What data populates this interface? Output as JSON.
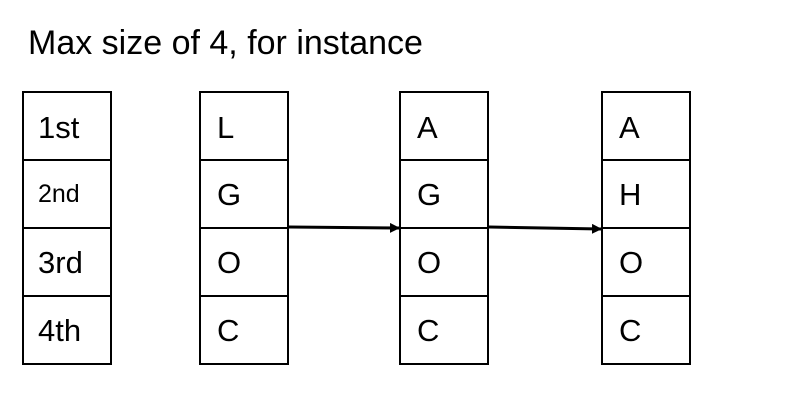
{
  "title": "Max size of 4, for instance",
  "columns": [
    {
      "id": "positions",
      "cells": [
        "1st",
        "2nd",
        "3rd",
        "4th"
      ]
    },
    {
      "id": "state-1",
      "cells": [
        "L",
        "G",
        "O",
        "C"
      ]
    },
    {
      "id": "state-2",
      "cells": [
        "A",
        "G",
        "O",
        "C"
      ]
    },
    {
      "id": "state-3",
      "cells": [
        "A",
        "H",
        "O",
        "C"
      ]
    }
  ],
  "colors": {
    "stroke": "#000000",
    "background": "#ffffff"
  }
}
